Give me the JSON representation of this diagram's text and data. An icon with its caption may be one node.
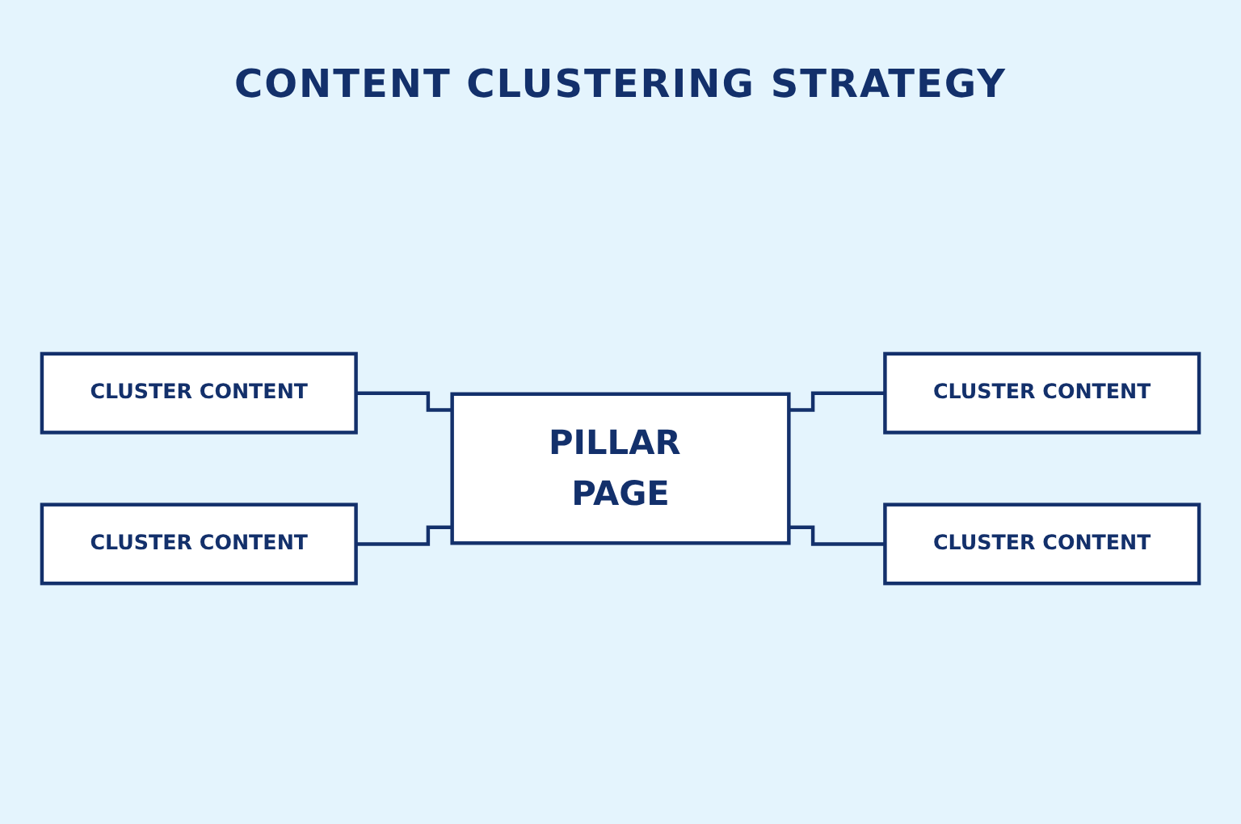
{
  "diagram": {
    "title": "CONTENT CLUSTERING STRATEGY",
    "nodes": [
      {
        "text": [
          "CLUSTER CONTENT"
        ]
      },
      {
        "text": [
          "CLUSTER CONTENT"
        ]
      },
      {
        "text": [
          "PILLAR PAGE"
        ]
      },
      {
        "text": [
          "CLUSTER CONTENT"
        ]
      },
      {
        "text": [
          "CLUSTER CONTENT"
        ]
      }
    ],
    "edges": [
      {
        "from": 0,
        "to": 2,
        "arrow": "none"
      },
      {
        "from": 2,
        "to": 1,
        "arrow": "none"
      },
      {
        "from": 3,
        "to": 2,
        "arrow": "none"
      },
      {
        "from": 2,
        "to": 4,
        "arrow": "none"
      }
    ]
  }
}
